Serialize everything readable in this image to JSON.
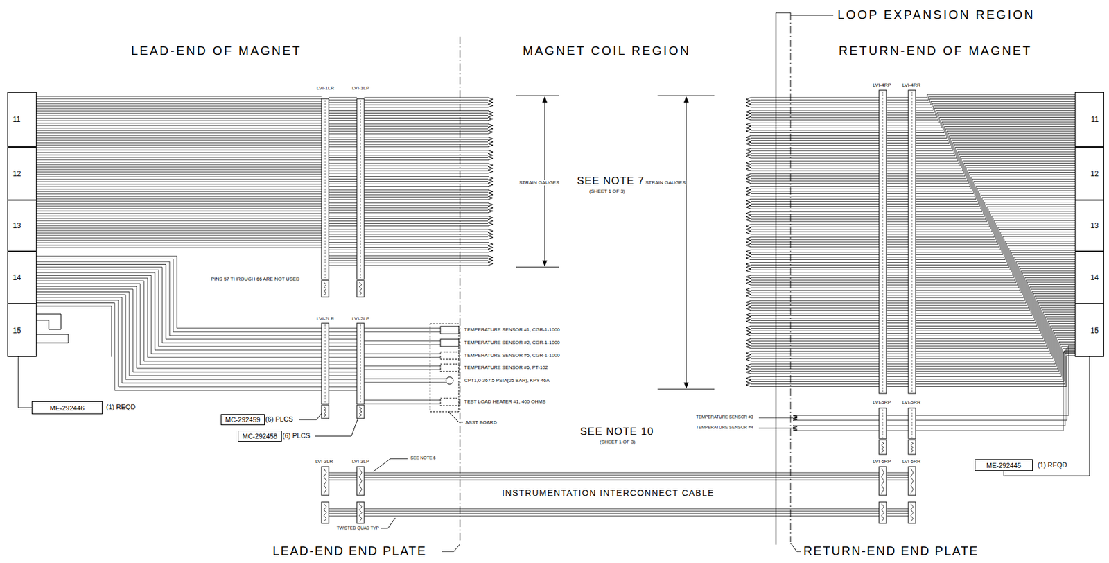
{
  "diagram": {
    "nodes": [
      {
        "text": [
          "11"
        ]
      },
      {
        "text": [
          "12"
        ]
      },
      {
        "text": [
          "13"
        ]
      },
      {
        "text": [
          "14"
        ]
      },
      {
        "text": [
          "15"
        ]
      },
      {
        "text": [
          "11"
        ]
      },
      {
        "text": [
          "12"
        ]
      },
      {
        "text": [
          "13"
        ]
      },
      {
        "text": [
          "14"
        ]
      },
      {
        "text": [
          "15"
        ]
      },
      {
        "text": [
          "ME-292446"
        ]
      },
      {
        "text": [
          "MC-292459"
        ]
      },
      {
        "text": [
          "MC-292458"
        ]
      },
      {
        "text": [
          "ME-292445"
        ]
      }
    ],
    "edges": [
      {
        "from": 10,
        "to": 4,
        "arrow": "none"
      },
      {
        "from": 13,
        "to": 9,
        "arrow": "none"
      }
    ],
    "labels": [
      "LEAD-END OF MAGNET",
      "MAGNET COIL REGION",
      "RETURN-END OF MAGNET",
      "LOOP EXPANSION REGION",
      "LVI-1LR",
      "LVI-1LP",
      "STRAIN GAUGES",
      "SEE NOTE 7",
      "(SHEET 1 OF 3)",
      "STRAIN GAUGES",
      "LVI-4RP",
      "LVI-4RR",
      "PINS 57 THROUGH 66 ARE NOT USED",
      "LVI-2LR",
      "LVI-2LP",
      "TEMPERATURE SENSOR #1, CGR-1-1000",
      "TEMPERATURE SENSOR #2, CGR-1-1000",
      "TEMPERATURE SENSOR #5, CGR-1-1000",
      "TEMPERATURE SENSOR #6, PT-102",
      "CPT1,0-367.5 PSIA(25 BAR), KPY-46A",
      "TEST LOAD HEATER #1, 400 OHMS",
      "ASST BOARD",
      "(6) PLCS",
      "(6) PLCS",
      "(1) REQD",
      "SEE NOTE 10",
      "(SHEET 1 OF 3)",
      "LVI-5RP",
      "LVI-5RR",
      "TEMPERATURE SENSOR #3",
      "TEMPERATURE SENSOR #4",
      "LVI-3LR",
      "LVI-3LP",
      "SEE NOTE 6",
      "LVI-6RP",
      "LVI-6RR",
      "INSTRUMENTATION INTERCONNECT CABLE",
      "TWISTED QUAD TYP",
      "(1) REQD",
      "LEAD-END END PLATE",
      "RETURN-END END PLATE"
    ]
  }
}
